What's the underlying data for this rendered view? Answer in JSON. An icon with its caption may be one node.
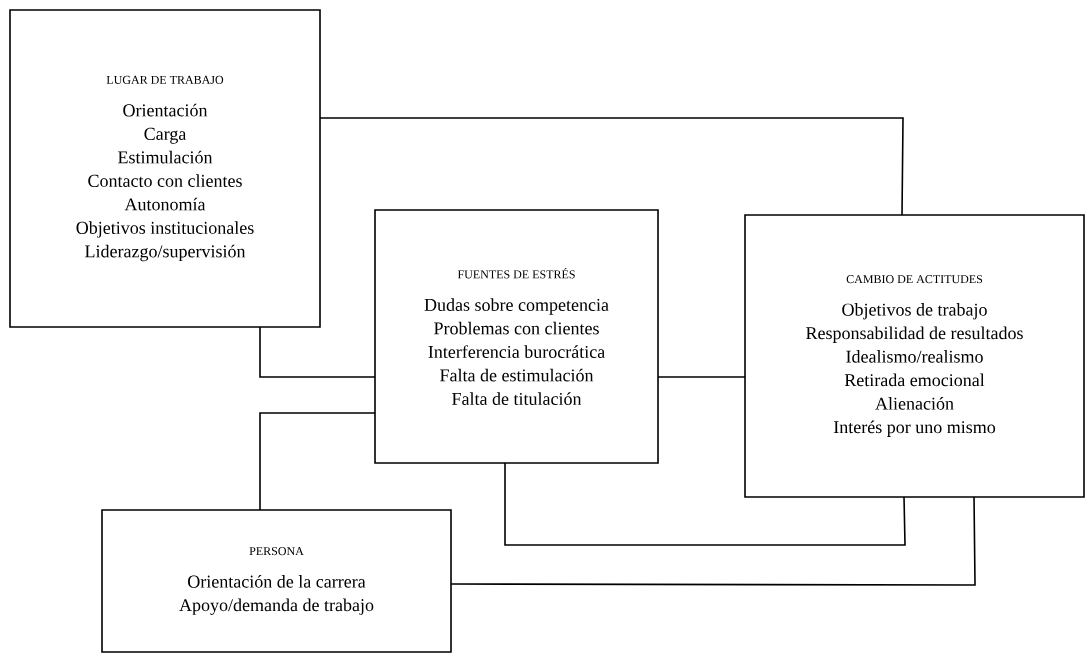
{
  "diagram": {
    "nodes": [
      {
        "text": [
          "LUGAR DE TRABAJO",
          "Orientación",
          "Carga",
          "Estimulación",
          "Contacto con clientes",
          "Autonomía",
          "Objetivos institucionales",
          "Liderazgo/supervisión"
        ]
      },
      {
        "text": [
          "FUENTES DE ESTRÉS",
          "Dudas sobre competencia",
          "Problemas con clientes",
          "Interferencia burocrática",
          "Falta de estimulación",
          "Falta de titulación"
        ]
      },
      {
        "text": [
          "CAMBIO DE ACTITUDES",
          "Objetivos de trabajo",
          "Responsabilidad de resultados",
          "Idealismo/realismo",
          "Retirada emocional",
          "Alienación",
          "Interés por uno mismo"
        ]
      },
      {
        "text": [
          "PERSONA",
          "Orientación de la carrera",
          "Apoyo/demanda de trabajo"
        ]
      }
    ],
    "edges": [
      {
        "from": 0,
        "to": 2,
        "arrow": "none"
      },
      {
        "from": 0,
        "to": 1,
        "arrow": "none"
      },
      {
        "from": 3,
        "to": 1,
        "arrow": "none"
      },
      {
        "from": 1,
        "to": 2,
        "arrow": "none"
      },
      {
        "from": 1,
        "to": 2,
        "arrow": "none"
      },
      {
        "from": 3,
        "to": 2,
        "arrow": "none"
      }
    ]
  }
}
